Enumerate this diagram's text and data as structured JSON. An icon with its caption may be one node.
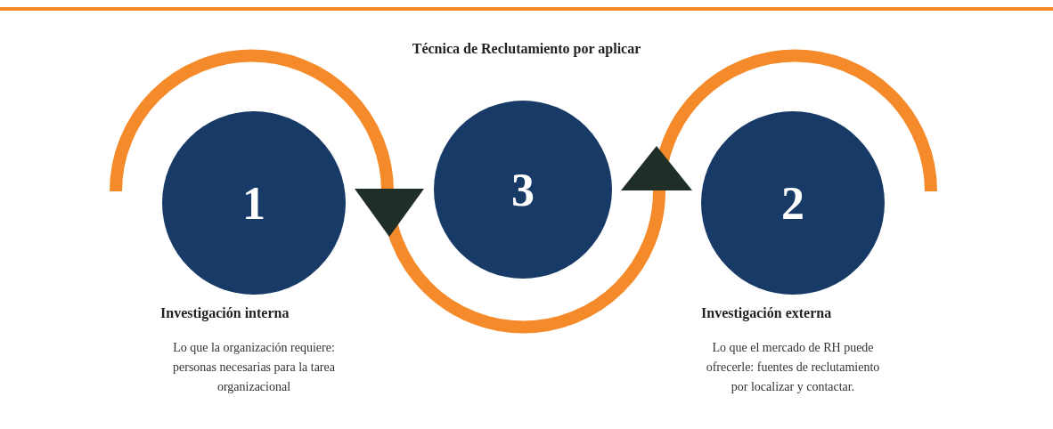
{
  "diagram": {
    "title": "Técnica de Reclutamiento por aplicar",
    "nodes": [
      {
        "text": [
          "1"
        ],
        "beside": [
          "Investigación interna",
          "Lo que la organización requiere: personas necesarias para la tarea organizacional"
        ]
      },
      {
        "text": [
          "3"
        ]
      },
      {
        "text": [
          "2"
        ],
        "beside": [
          "Investigación externa",
          "Lo que el mercado de RH puede ofrecerle: fuentes de reclutamiento por localizar y contactar."
        ]
      },
      {
        "text": [],
        "shape": "triangle"
      },
      {
        "text": [],
        "shape": "triangle"
      }
    ]
  }
}
